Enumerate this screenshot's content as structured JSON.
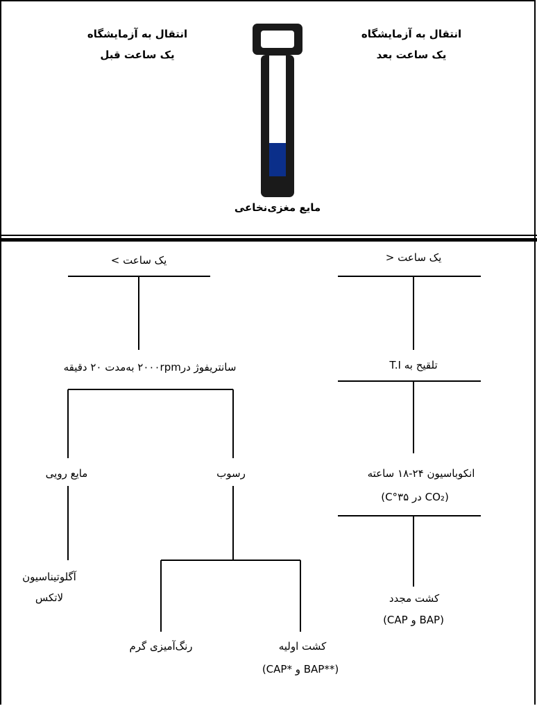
{
  "header": {
    "left_top": "انتقال به آزمایشگاه",
    "left_bottom": "یک ساعت قبل",
    "right_top": "انتقال به آزمایشگاه",
    "right_bottom": "یک ساعت بعد",
    "tube_label": "مایع مغزی‌نخاعی",
    "tube_fill_color": "#0b2f8a"
  },
  "left_branch": {
    "time": "یک ساعت >",
    "centrifuge": "سانتریفوژ در۲۰۰۰rpm به‌مدت ۲۰ دقیقه",
    "supernatant": "مایع رویی",
    "sediment": "رسوب",
    "agglutination_1": "آگلوتیناسیون",
    "agglutination_2": "لاتکس",
    "gram_stain": "رنگ‌آمیزی گرم",
    "primary_culture": "کشت اولیه",
    "primary_culture_media": "(CAP* و BAP**)"
  },
  "right_branch": {
    "time": "یک ساعت <",
    "inoculation": "تلقیح به T.I",
    "incubation": "انکوباسیون ۲۴-۱۸ ساعته",
    "incubation_cond": "(CO₂ در ۳۵°C)",
    "reculture": "کشت مجدد",
    "reculture_media": "(CAP و BAP)"
  }
}
